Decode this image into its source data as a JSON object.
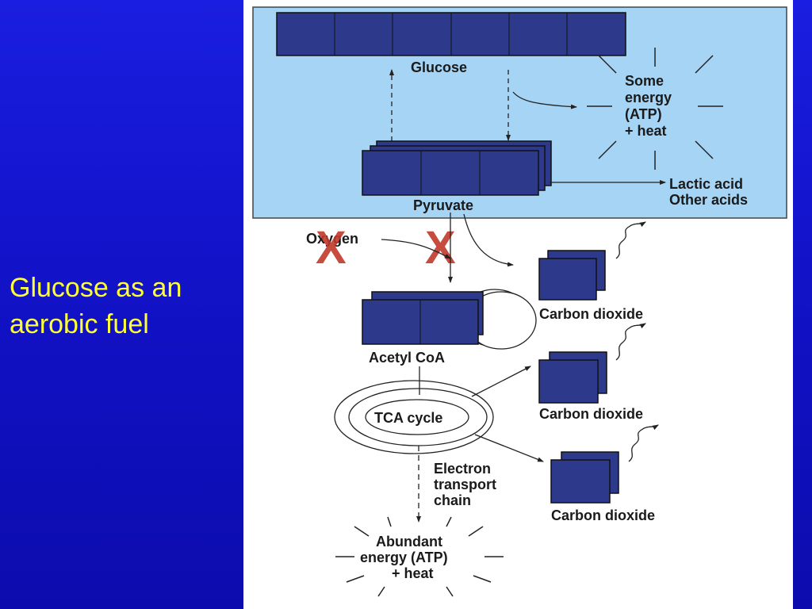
{
  "slide": {
    "title_line1": "Glucose as an",
    "title_line2": "aerobic fuel"
  },
  "diagram": {
    "glucose": "Glucose",
    "energy_top": [
      "Some",
      "energy",
      "(ATP)",
      "+ heat"
    ],
    "pyruvate": "Pyruvate",
    "acids": [
      "Lactic acid",
      "Other acids"
    ],
    "oxygen": "Oxygen",
    "cross_mark": "X",
    "acetyl_coa": "Acetyl CoA",
    "tca_cycle": "TCA cycle",
    "co2_1": "Carbon dioxide",
    "co2_2": "Carbon dioxide",
    "co2_3": "Carbon dioxide",
    "etc": [
      "Electron",
      "transport",
      "chain"
    ],
    "energy_bottom": [
      "Abundant",
      "energy (ATP)",
      "+ heat"
    ]
  },
  "colors": {
    "slide_bg": "#1414cc",
    "title_text": "#ffff33",
    "panel_bg": "#a6d4f5",
    "block_fill": "#2d3a8c",
    "cross_mark": "#c0392b"
  }
}
